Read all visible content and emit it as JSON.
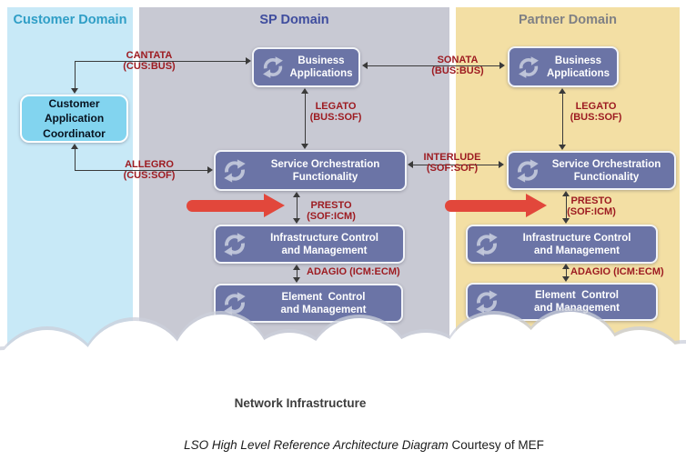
{
  "domains": {
    "customer": {
      "label": "Customer Domain"
    },
    "sp": {
      "label": "SP Domain"
    },
    "partner": {
      "label": "Partner Domain"
    }
  },
  "boxes": {
    "customer_application_coordinator": {
      "lines": [
        "Customer",
        "Application",
        "Coordinator"
      ]
    },
    "business_applications": {
      "lines": [
        "Business",
        "Applications"
      ]
    },
    "service_orchestration_functionality": {
      "lines": [
        "Service Orchestration",
        "Functionality"
      ]
    },
    "infrastructure_control_and_management": {
      "lines": [
        "Infrastructure Control",
        "and Management"
      ]
    },
    "element_control_and_management": {
      "lines": [
        "Element  Control",
        "and Management"
      ]
    }
  },
  "interfaces": {
    "cantata": {
      "name": "CANTATA",
      "ref": "(CUS:BUS)"
    },
    "sonata": {
      "name": "SONATA",
      "ref": "(BUS:BUS)"
    },
    "legato": {
      "name": "LEGATO",
      "ref": "(BUS:SOF)"
    },
    "allegro": {
      "name": "ALLEGRO",
      "ref": "(CUS:SOF)"
    },
    "interlude": {
      "name": "INTERLUDE",
      "ref": "(SOF:SOF)"
    },
    "presto": {
      "name": "PRESTO",
      "ref": "(SOF:ICM)"
    },
    "adagio": {
      "name": "ADAGIO",
      "ref": "(ICM:ECM)"
    }
  },
  "cloud": {
    "label": "Network Infrastructure"
  },
  "caption": {
    "italic": "LSO High Level Reference Architecture Diagram",
    "regular": " Courtesy of MEF"
  },
  "icons": {
    "sync": "circular-sync-arrows"
  },
  "colors": {
    "customer_band": "#c8e9f7",
    "customer_header": "#2f9ec6",
    "sp_band": "#c8c9d3",
    "sp_header": "#3f4d9e",
    "partner_band": "#f3dfa4",
    "partner_header": "#7f8084",
    "module_box": "#6b74a6",
    "coordinator_box": "#82d4ef",
    "interface_label": "#9d1b21",
    "highlight_arrow": "#e2473b",
    "connector": "#3a3a3a"
  }
}
